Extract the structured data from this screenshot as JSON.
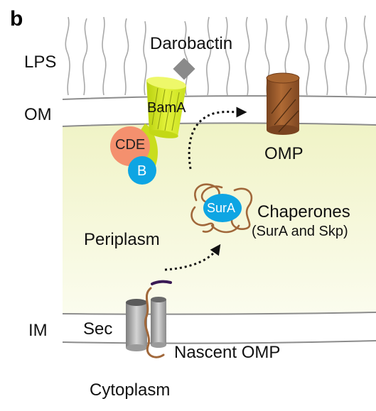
{
  "panel_label": "b",
  "labels": {
    "lps": "LPS",
    "darobactin": "Darobactin",
    "om": "OM",
    "bama": "BamA",
    "cde": "CDE",
    "b": "B",
    "omp": "OMP",
    "sura": "SurA",
    "chaperones": "Chaperones",
    "chaperones_sub": "(SurA and Skp)",
    "periplasm": "Periplasm",
    "im": "IM",
    "sec": "Sec",
    "nascent_omp": "Nascent OMP",
    "cytoplasm": "Cytoplasm"
  },
  "colors": {
    "periplasm_fill": "#f6f7dc",
    "membrane_line": "#8c8c8c",
    "lps_strands": "#a9a9a9",
    "bama_barrel": "#d8ea2a",
    "darobactin": "#8a8a8a",
    "omp_barrel": "#9a5a2c",
    "cde": "#f4906e",
    "b": "#0ea5e3",
    "sura": "#0ea5e3",
    "polypeptide": "#a0673a",
    "sec_channel": "#a7a7a7",
    "signal_peptide": "#3a1a55",
    "arrows": "#111111"
  }
}
